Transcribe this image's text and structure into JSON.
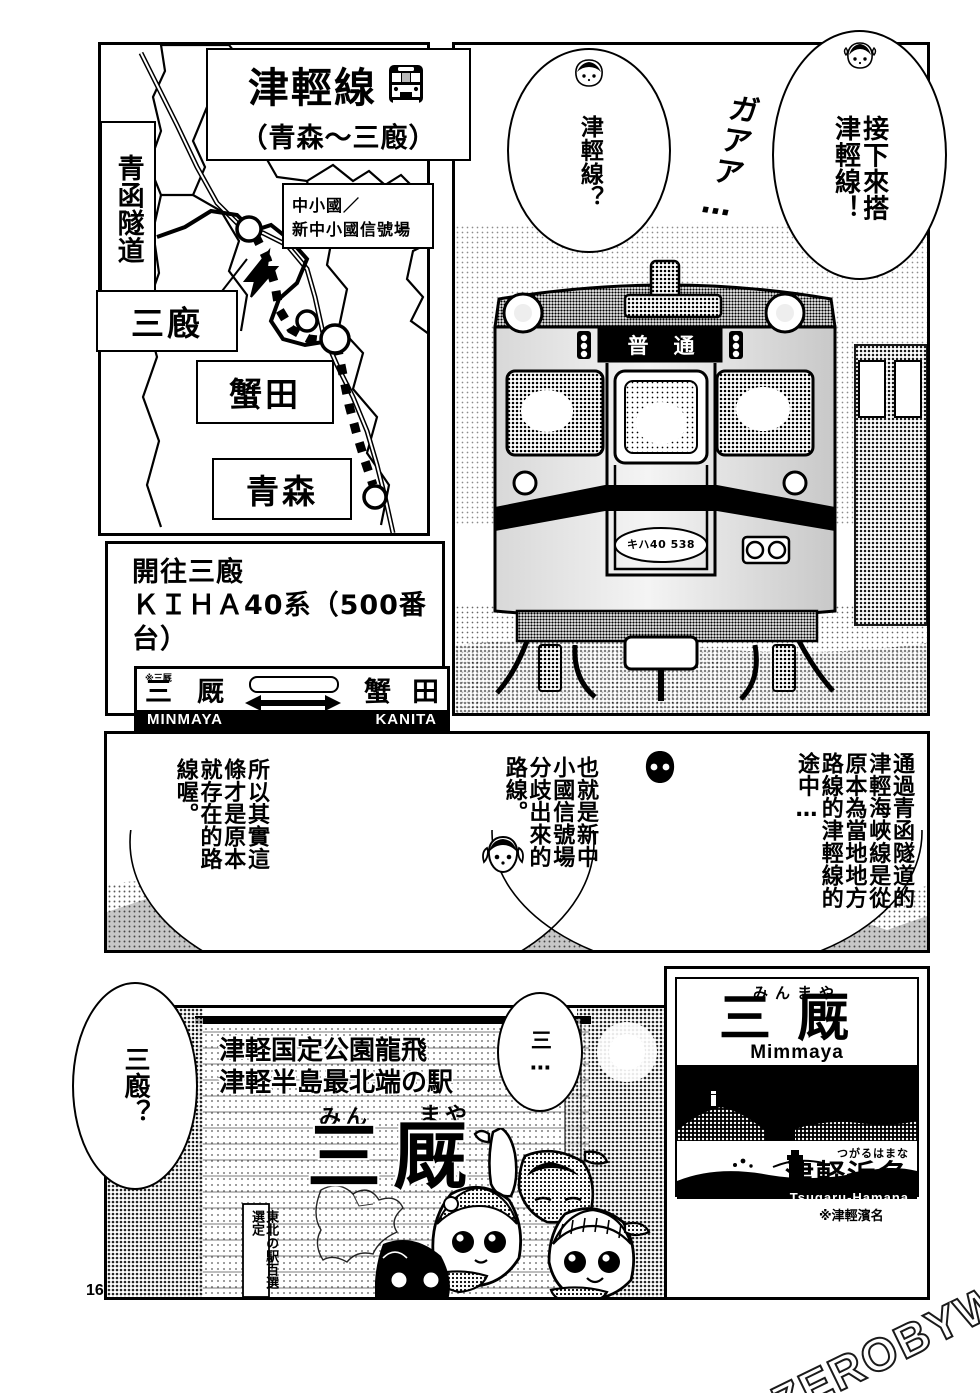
{
  "page": {
    "number": "16",
    "watermark": "ZEROBYW.COM"
  },
  "map_panel": {
    "title_box": {
      "title": "津輕線",
      "subtitle": "（青森～三廏）",
      "icon": "train-front-icon"
    },
    "labels": [
      {
        "name": "seikan-tunnel",
        "text": "青函隧道"
      },
      {
        "name": "minmaya",
        "text": "三廏"
      },
      {
        "name": "kanita",
        "text": "蟹田"
      },
      {
        "name": "aomori",
        "text": "青森"
      }
    ],
    "signal_callout": {
      "line1": "中小國／",
      "line2": "新中小國信號場"
    }
  },
  "info_panel": {
    "line1": "開往三廏",
    "line2": "ＫＩＨＡ40系（500番台）",
    "rollsign": {
      "note": "※三厩",
      "left_kanji_1": "三",
      "left_kanji_2": "厩",
      "right_kanji_1": "蟹",
      "right_kanji_2": "田",
      "left_roman": "MINMAYA",
      "right_roman": "KANITA",
      "arrow": "double-arrow-icon"
    }
  },
  "top_balloons": [
    {
      "name": "balloon-tsugaru-line-question",
      "text": "津輕線？",
      "speaker_icon": "chibi-head-icon"
    },
    {
      "name": "balloon-ride-tsugaru-line",
      "text": "接下來搭\n津輕線！",
      "speaker_icon": "chibi-head-icon"
    }
  ],
  "sound_effects": [
    {
      "name": "train-horn-sfx",
      "text": "ガアア…"
    }
  ],
  "train_photo": {
    "destination_display": "普　通",
    "number_plate": "キハ40 538"
  },
  "narration_panel": {
    "right_block": "通過青函隧道的\n津輕海峽線是從\n原本為當地地方\n路線的津輕線的\n途中…",
    "mid_block": "也就是新中\n小國信號場\n分歧出來的\n路線。",
    "left_block": "所以其實這\n條才是原本\n就存在的路\n線喔。",
    "chibi_right": "chibi-head-icon",
    "chibi_left": "chibi-head-icon"
  },
  "bottom_panel": {
    "balloon_left": {
      "name": "balloon-minmaya-question",
      "text": "三廏？"
    },
    "balloon_small": {
      "name": "balloon-san-ellipsis",
      "text": "三…"
    },
    "wood_sign": {
      "line1": "津軽国定公園龍飛",
      "line2": "津軽半島最北端の駅",
      "furigana_left": "みん",
      "furigana_right": "まや",
      "station": "三厩"
    },
    "vertical_plaque": "東北の駅百選選定"
  },
  "station_sign_panel": {
    "furigana": "みんまや",
    "kanji": "三厩",
    "romaji": "Mimmaya",
    "next_station": {
      "furigana": "つがるはまな",
      "kanji": "津軽浜名",
      "romaji": "Tsugaru-Hamana"
    },
    "footnote": "※津輕濱名"
  }
}
